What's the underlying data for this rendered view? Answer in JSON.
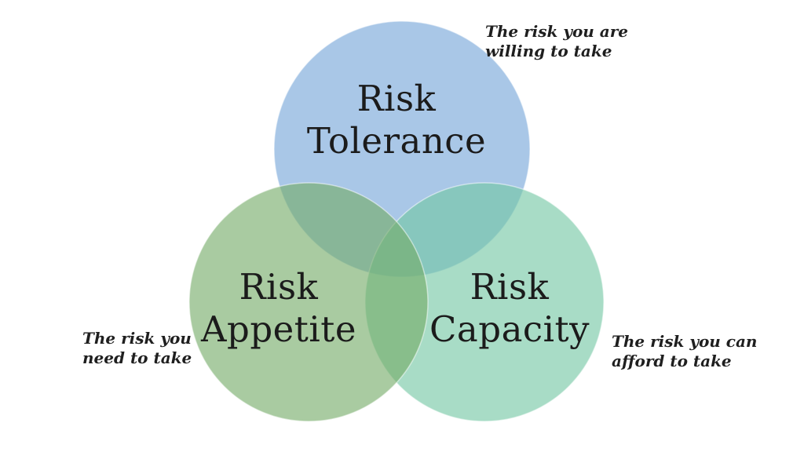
{
  "diagram": {
    "type": "venn",
    "background_color": "#ffffff",
    "text_color": "#1b1b1b",
    "circles": [
      {
        "id": "risk-tolerance",
        "label_line1": "Risk",
        "label_line2": "Tolerance",
        "fill": "#74a4d9",
        "rendered_color": "#a9c7e8",
        "annotation_line1": "The risk you are",
        "annotation_line2": "willing to take"
      },
      {
        "id": "risk-appetite",
        "label_line1": "Risk",
        "label_line2": "Appetite",
        "fill": "#75ab67",
        "rendered_color": "#aacba1",
        "annotation_line1": "The risk you",
        "annotation_line2": "need to take"
      },
      {
        "id": "risk-capacity",
        "label_line1": "Risk",
        "label_line2": "Capacity",
        "fill": "#72c6a3",
        "rendered_color": "#a8dcc6",
        "annotation_line1": "The risk you can",
        "annotation_line2": "afford to take"
      }
    ],
    "overlap_colors": {
      "tolerance_appetite": "#8dbd93",
      "tolerance_capacity": "#7ec4b4",
      "appetite_capacity": "#84bb80",
      "center": "#7cb97f"
    }
  }
}
